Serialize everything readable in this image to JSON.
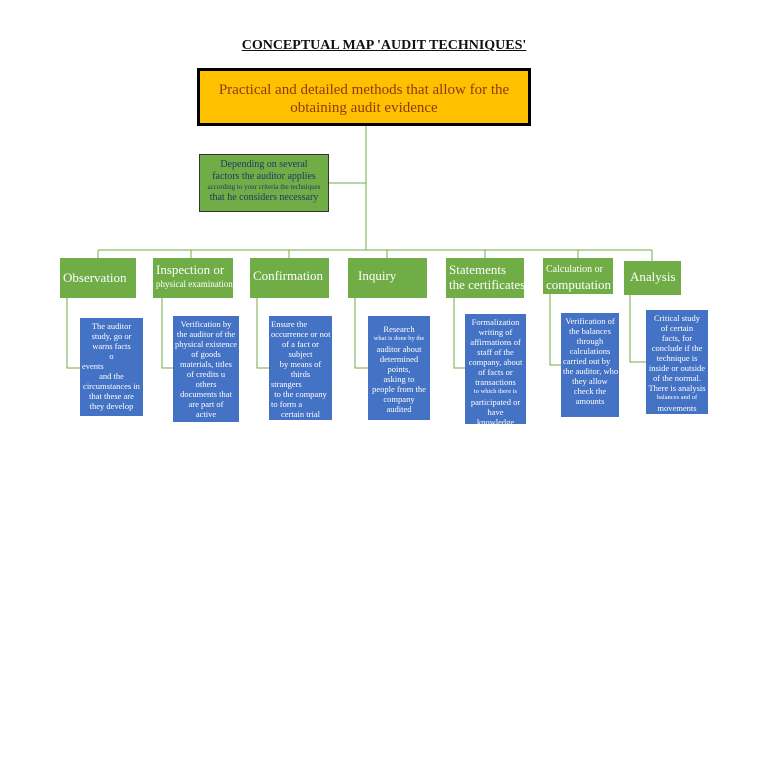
{
  "title": "CONCEPTUAL MAP 'AUDIT TECHNIQUES'",
  "root": {
    "line1": "Practical and detailed methods that allow for the",
    "line2": "obtaining audit evidence"
  },
  "sub": {
    "line1": "Depending on several",
    "line2": "factors the auditor applies",
    "line3": "according to your criteria the techniques",
    "line4": "that he considers necessary"
  },
  "techniques": [
    {
      "title": "Observation",
      "detail": [
        "The auditor",
        "study, go or",
        "warns facts",
        "o",
        "events",
        "and the",
        "circumstances in",
        "that these are",
        "they develop"
      ]
    },
    {
      "title": "Inspection or",
      "title2": "physical examination",
      "detail": [
        "Verification by",
        "the auditor of the",
        "physical existence",
        "of goods",
        "materials, titles",
        "of credits u",
        "others",
        "documents that",
        "are part of",
        "active"
      ]
    },
    {
      "title": "Confirmation",
      "detail": [
        "Ensure the",
        "occurrence or not",
        "of a fact or",
        "subject",
        "by means of",
        "thirds",
        "strangers",
        "to the company",
        "to form a",
        "certain trial"
      ]
    },
    {
      "title": "Inquiry",
      "detail": [
        "Research",
        "what is done by the",
        "auditor about",
        "determined",
        "points,",
        "asking to",
        "people from the",
        "company",
        "audited"
      ]
    },
    {
      "title": "Statements",
      "title2": "the certificates",
      "detail": [
        "Formalization",
        "writing of",
        "affirmations of",
        "staff of the",
        "company, about",
        "of facts or",
        "transactions",
        "to which there is",
        "participated or",
        "have",
        "knowledge"
      ]
    },
    {
      "title": "Calculation or",
      "title2": "computation",
      "detail": [
        "Verification of",
        "the balances",
        "through",
        "calculations",
        "carried out by",
        "the auditor, who",
        "they allow",
        "check the",
        "amounts"
      ]
    },
    {
      "title": "Analysis",
      "detail": [
        "Critical study",
        "of certain",
        "facts, for",
        "conclude if the",
        "technique is",
        "inside or outside",
        "of the normal.",
        "There is analysis",
        "balances and of",
        "movements"
      ]
    }
  ],
  "colors": {
    "root": "#ffc000",
    "category": "#70ad47",
    "detail": "#4472c4",
    "connector": "#70ad47"
  }
}
